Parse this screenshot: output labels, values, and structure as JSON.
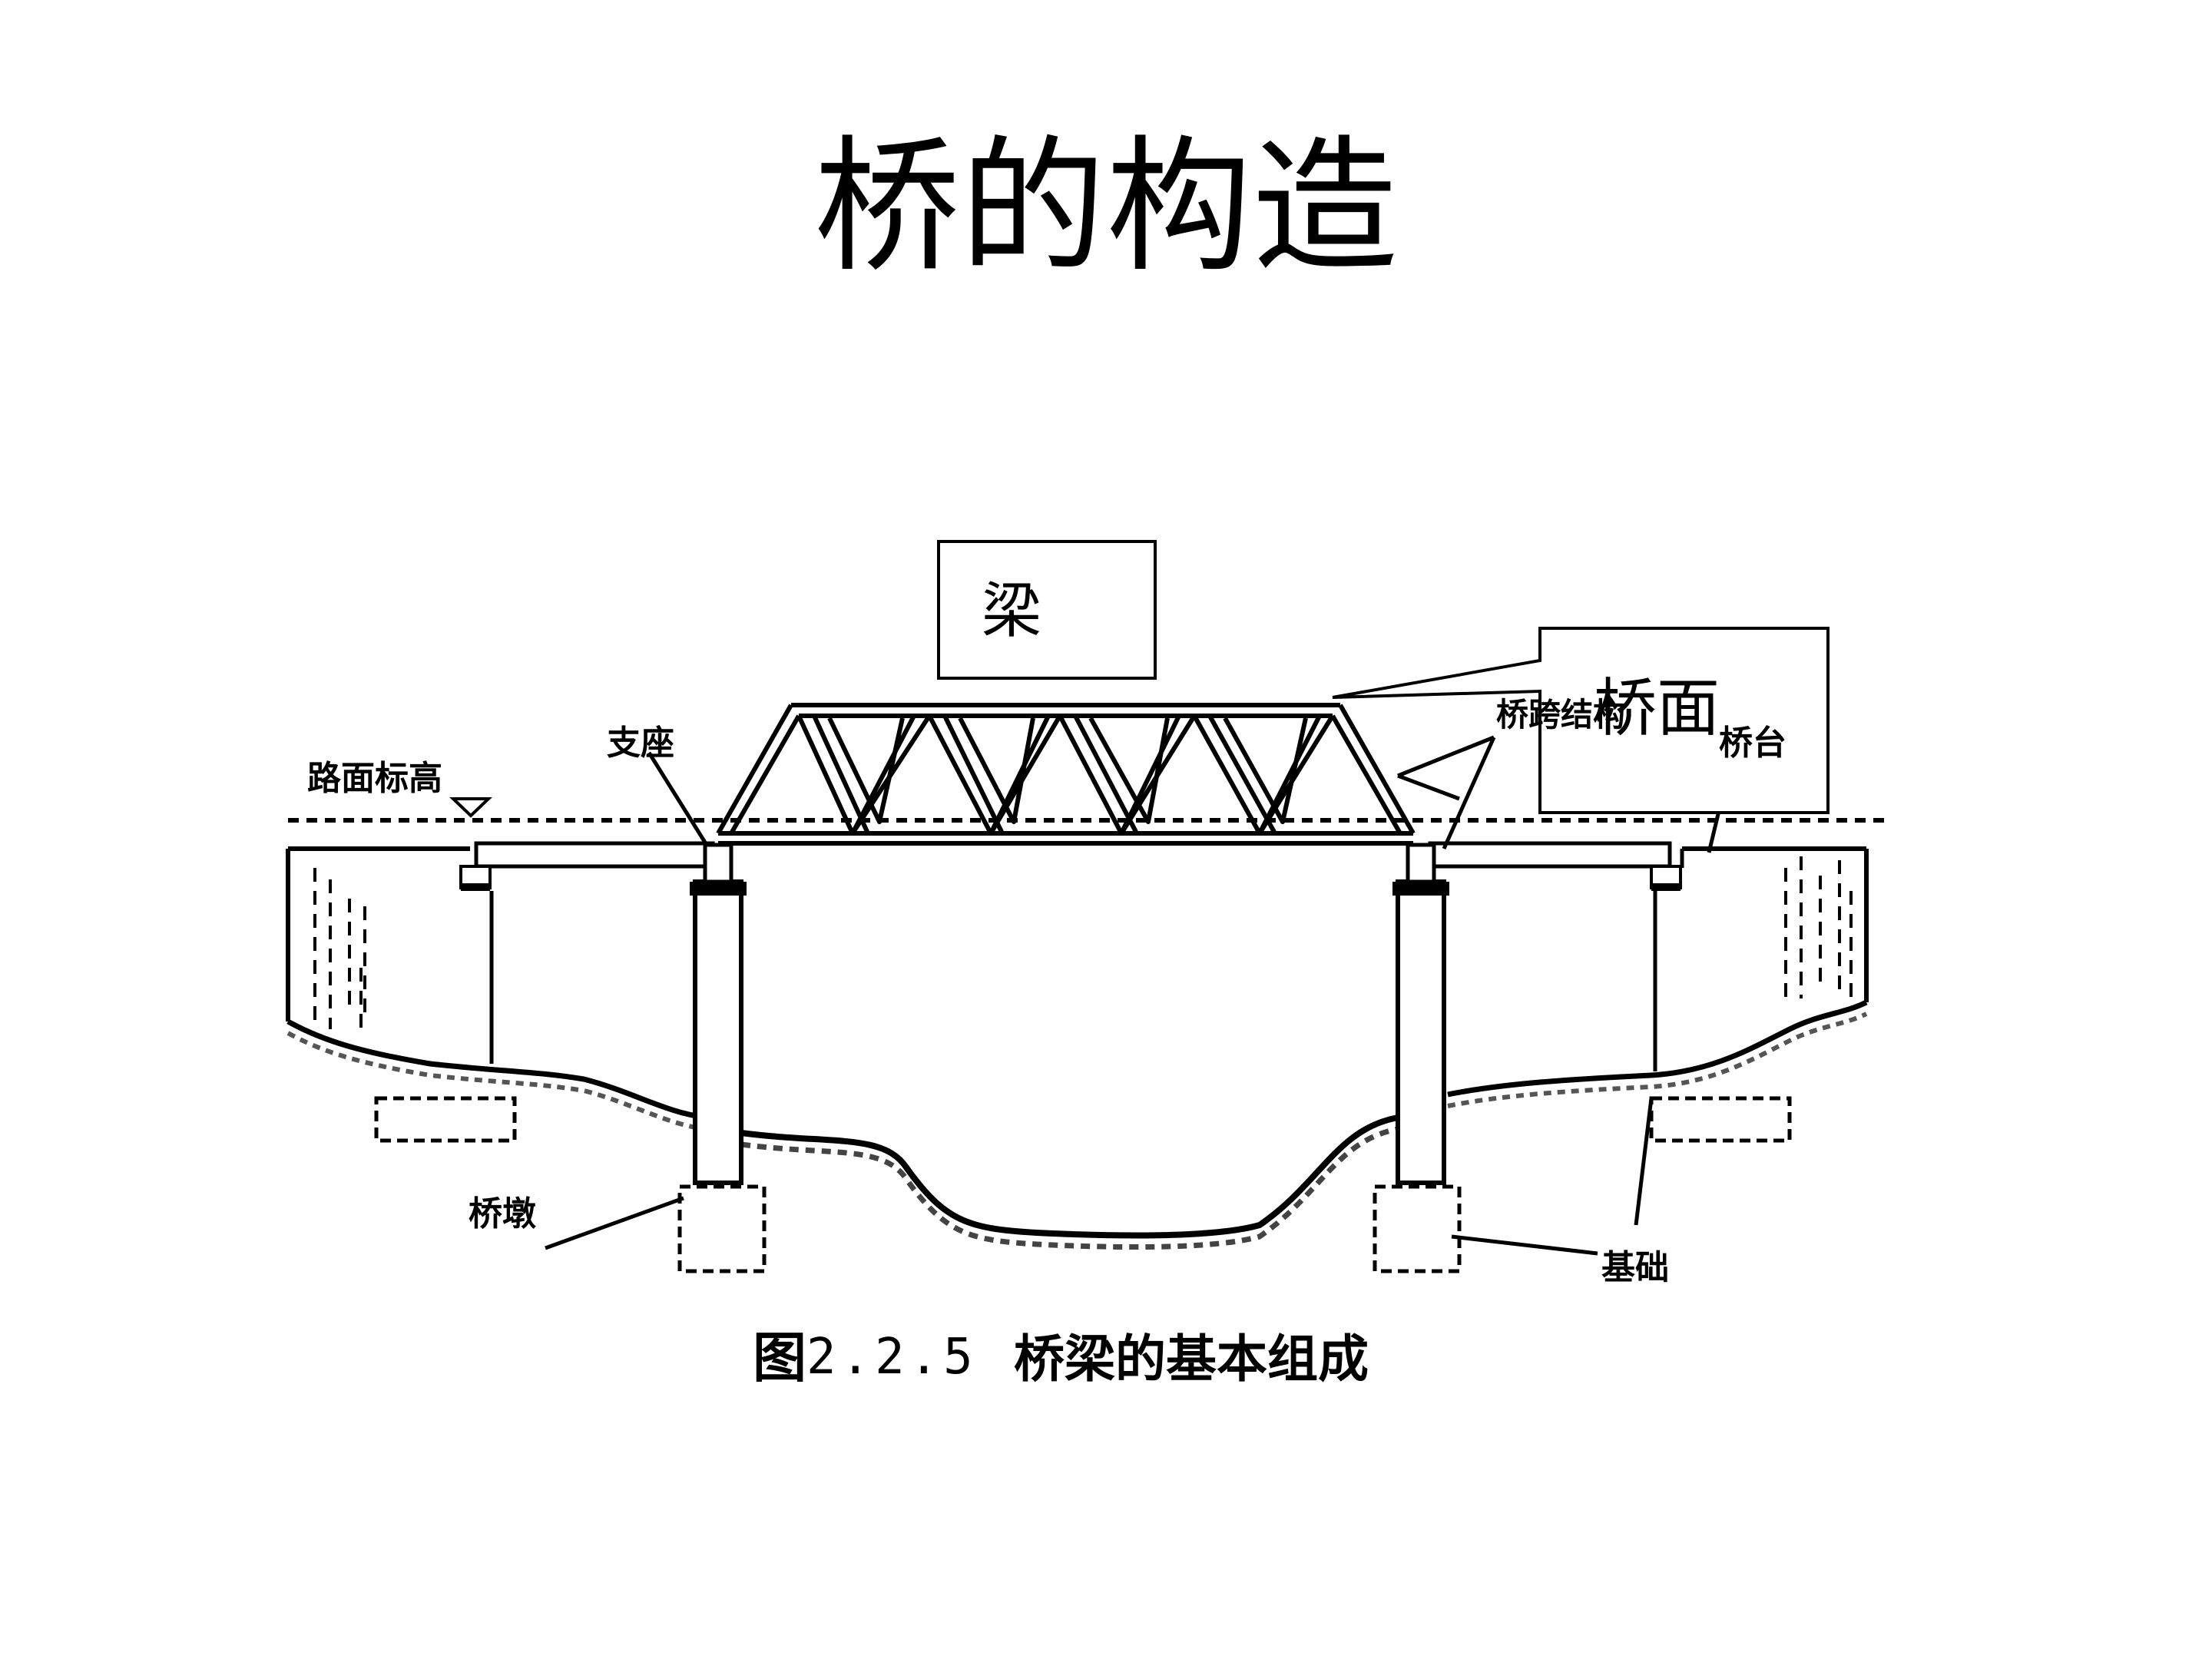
{
  "slide": {
    "title": "桥的构造"
  },
  "callouts": {
    "beam": "梁",
    "deck": "桥面"
  },
  "labels": {
    "road_elevation": "路面标高",
    "bearing": "支座",
    "span_structure": "桥跨结构",
    "abutment": "桥台",
    "pier": "桥墩",
    "foundation": "基础"
  },
  "caption": {
    "figure": "图",
    "number": "2.2.5",
    "text": "桥梁的基本组成"
  }
}
